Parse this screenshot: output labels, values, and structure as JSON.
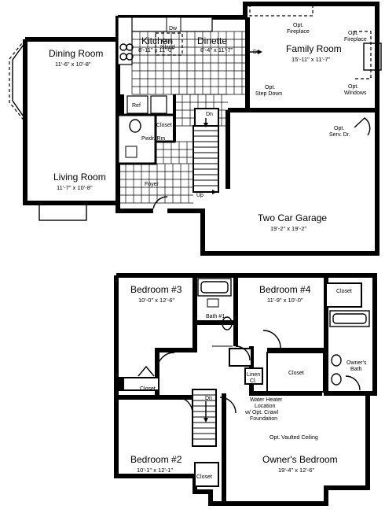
{
  "first_floor": {
    "dining_room": {
      "name": "Dining Room",
      "size": "11'-6\" x 10'-8\""
    },
    "living_room": {
      "name": "Living Room",
      "size": "11'-7\" x 10'-8\""
    },
    "kitchen": {
      "name": "Kitchen",
      "size": "8'-11\" x 11'-0\""
    },
    "dinette": {
      "name": "Dinette",
      "size": "8'-4\" x 11'-7\""
    },
    "family_room": {
      "name": "Family Room",
      "size": "15'-11\" x 11'-7\""
    },
    "garage": {
      "name": "Two Car Garage",
      "size": "19'-2\" x 19'-2\""
    },
    "labels": {
      "dw": "Dw",
      "ref": "Ref",
      "closet": "Closet",
      "pwdr_rm": "Pwdr. Rm",
      "foyer": "Foyer",
      "dn": "Dn",
      "up": "Up",
      "opt_island": [
        "Opt.",
        "Island"
      ],
      "opt_fireplace_top": [
        "Opt.",
        "Fireplace"
      ],
      "opt_fireplace_right": [
        "Opt.",
        "Fireplace"
      ],
      "opt_windows": [
        "Opt.",
        "Windows"
      ],
      "opt_step_down": [
        "Opt.",
        "Step Down"
      ],
      "opt_serv_dr": [
        "Opt.",
        "Serv. Dr."
      ]
    }
  },
  "second_floor": {
    "bedroom3": {
      "name": "Bedroom #3",
      "size": "10'-0\" x 12'-6\""
    },
    "bedroom4": {
      "name": "Bedroom #4",
      "size": "11'-9\" x 10'-0\""
    },
    "bedroom2": {
      "name": "Bedroom #2",
      "size": "10'-1\" x 12'-1\""
    },
    "owners_bedroom": {
      "name": "Owner's Bedroom",
      "size": "19'-4\" x 12'-6\""
    },
    "labels": {
      "bath1": "Bath #1",
      "owners_bath": [
        "Owner's",
        "Bath"
      ],
      "closet": "Closet",
      "linen": [
        "Linen",
        "Cl."
      ],
      "dn": "Dn",
      "water_heater": [
        "Water Heater",
        "Location",
        "w/ Opt. Crawl",
        "Foundation"
      ],
      "opt_vaulted": "Opt. Vaulted Ceiling"
    }
  }
}
